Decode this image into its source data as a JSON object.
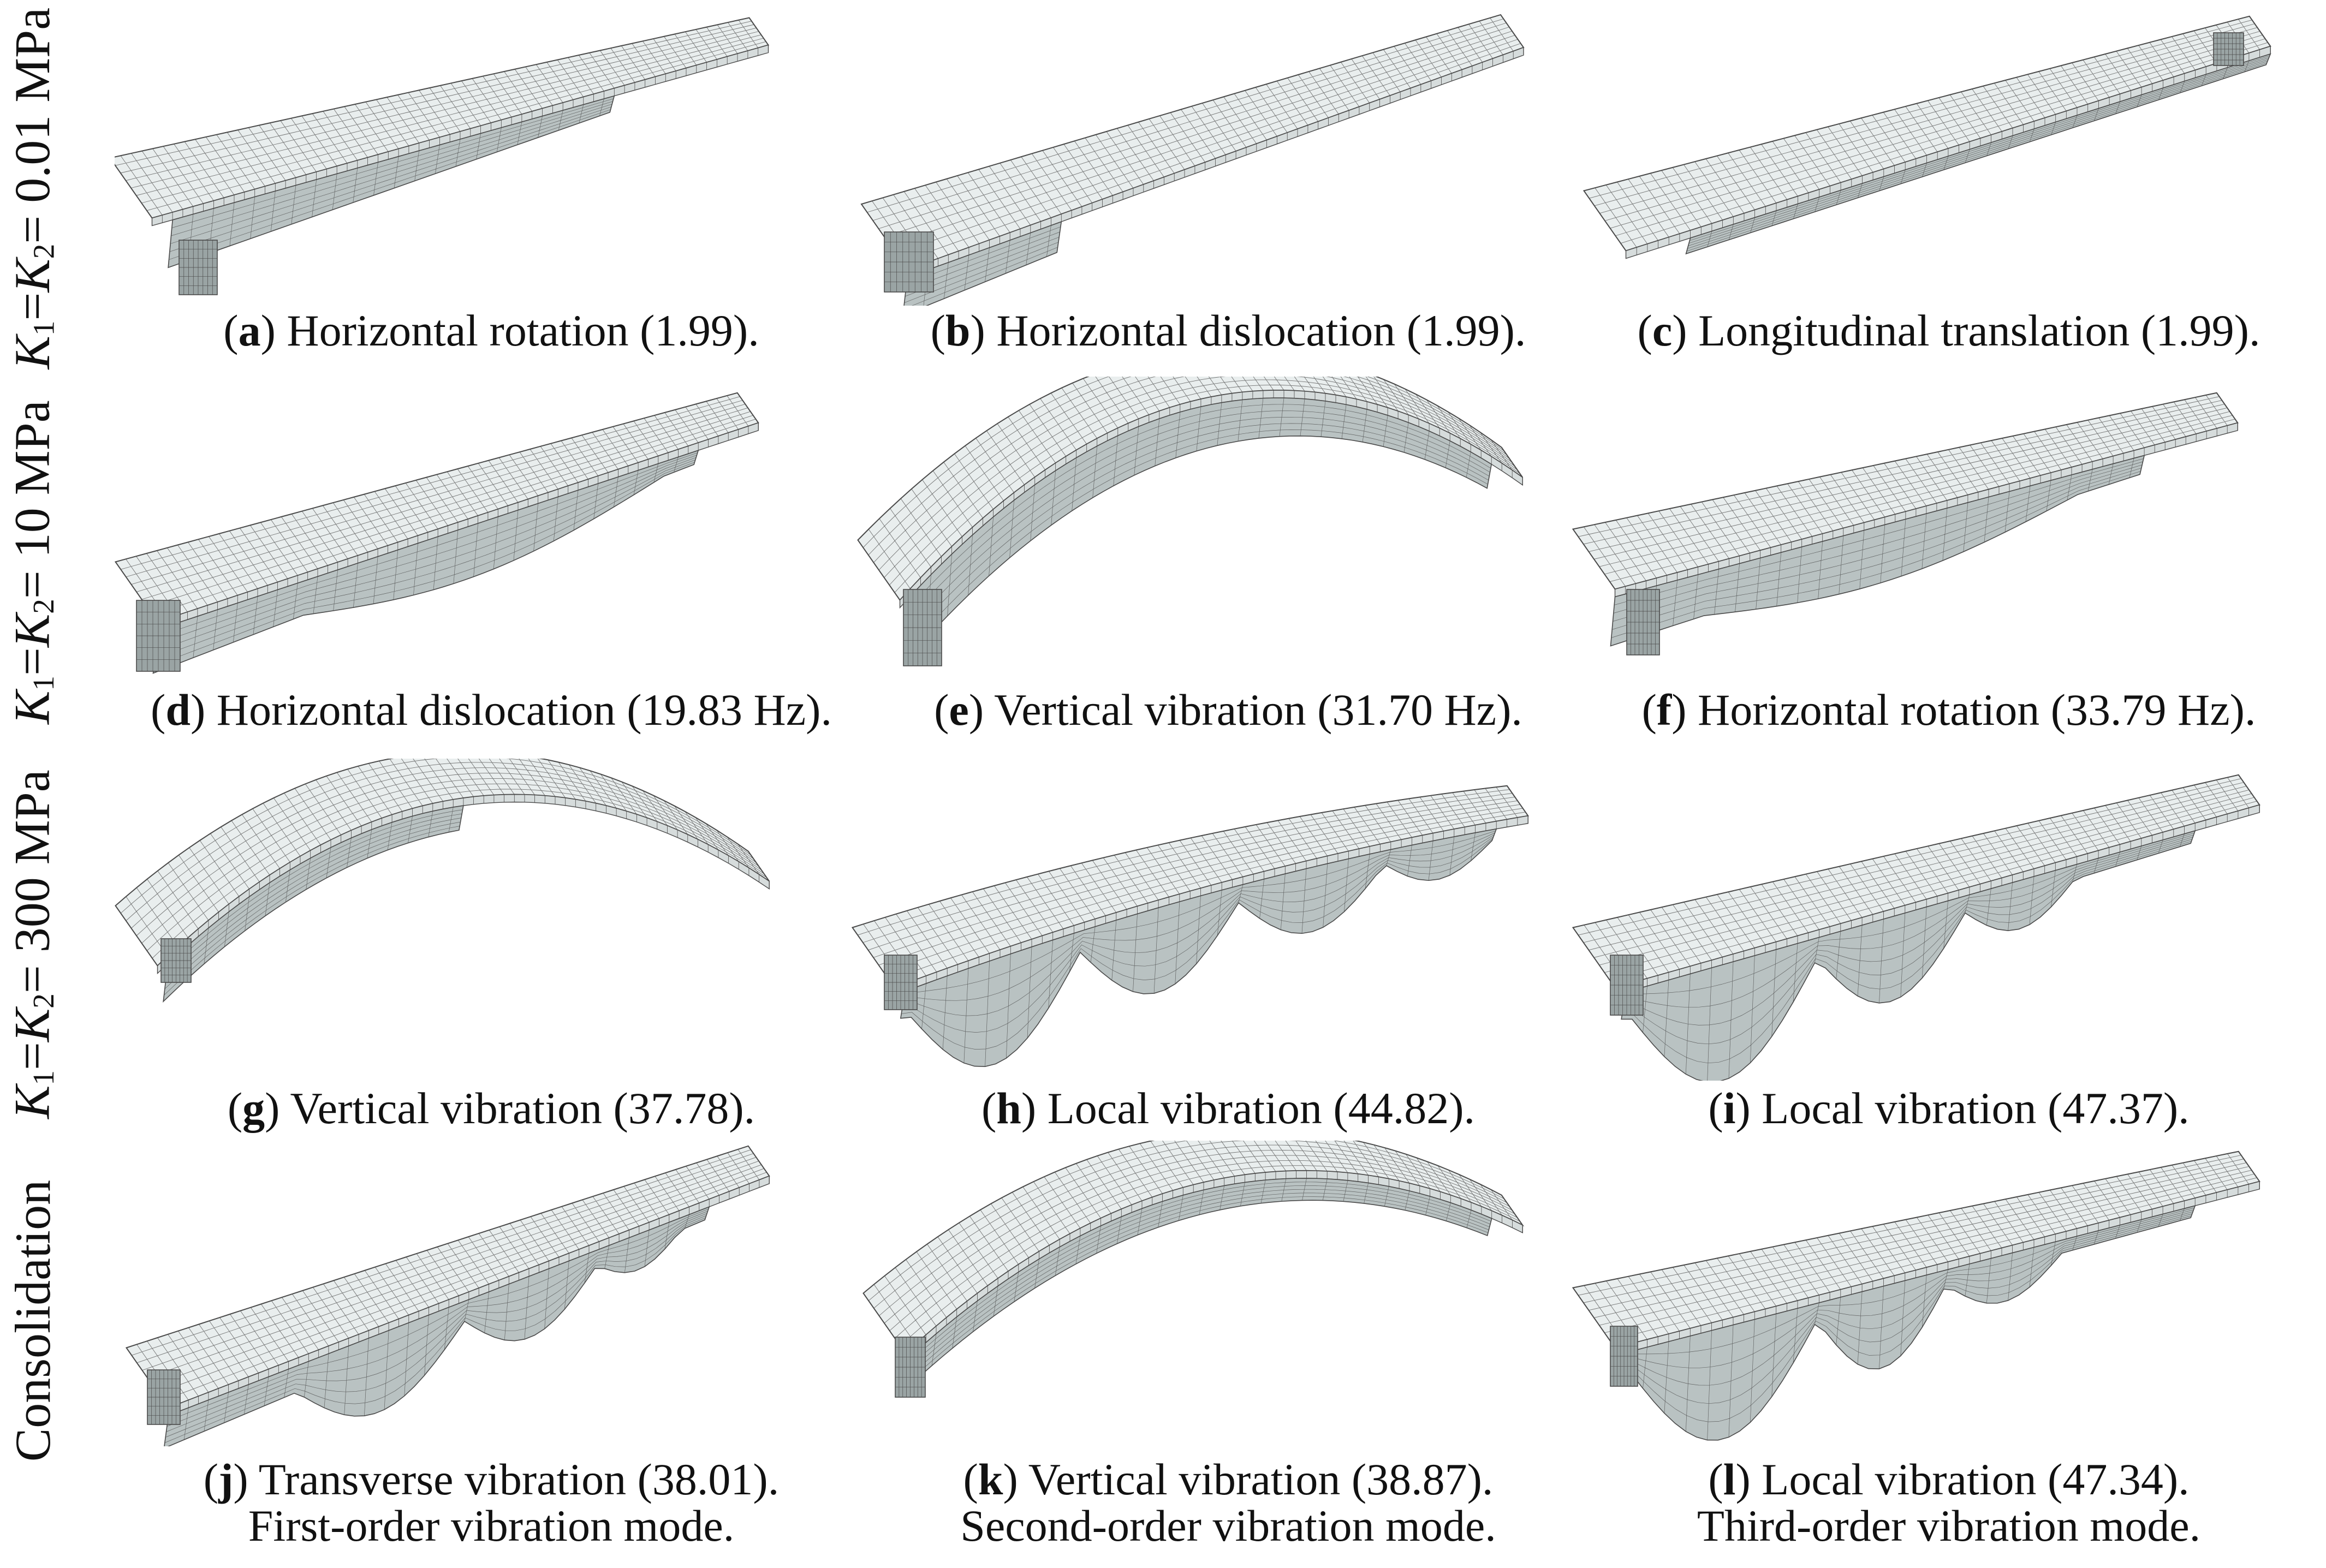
{
  "row_labels": [
    {
      "prefix": "K",
      "sub1": "1",
      "eq1": " = ",
      "mid": "K",
      "sub2": "2",
      "rest": " = 0.01 MPa"
    },
    {
      "prefix": "K",
      "sub1": "1",
      "eq1": " = ",
      "mid": "K",
      "sub2": "2",
      "rest": " = 10 MPa"
    },
    {
      "prefix": "K",
      "sub1": "1",
      "eq1": " = ",
      "mid": "K",
      "sub2": "2",
      "rest": " = 300 MPa"
    },
    {
      "text": "Consolidation"
    }
  ],
  "panels": [
    {
      "letter": "a",
      "caption": " Horizontal rotation (1.99)."
    },
    {
      "letter": "b",
      "caption": " Horizontal dislocation (1.99)."
    },
    {
      "letter": "c",
      "caption": " Longitudinal translation (1.99)."
    },
    {
      "letter": "d",
      "caption": " Horizontal dislocation (19.83 Hz)."
    },
    {
      "letter": "e",
      "caption": " Vertical vibration (31.70 Hz)."
    },
    {
      "letter": "f",
      "caption": " Horizontal rotation (33.79 Hz)."
    },
    {
      "letter": "g",
      "caption": " Vertical vibration (37.78)."
    },
    {
      "letter": "h",
      "caption": " Local vibration (44.82)."
    },
    {
      "letter": "i",
      "caption": " Local vibration (47.37)."
    },
    {
      "letter": "j",
      "caption": " Transverse vibration (38.01)."
    },
    {
      "letter": "k",
      "caption": " Vertical vibration (38.87)."
    },
    {
      "letter": "l",
      "caption": " Local vibration (47.34)."
    }
  ],
  "column_titles": [
    "First-order vibration mode.",
    "Second-order vibration mode.",
    "Third-order vibration mode."
  ],
  "colors": {
    "mesh_line": "#4a4a4a",
    "deck_fill": "#e9eeee",
    "web_fill": "#b9c2c2",
    "edge_accent": "#6a9a9a"
  }
}
